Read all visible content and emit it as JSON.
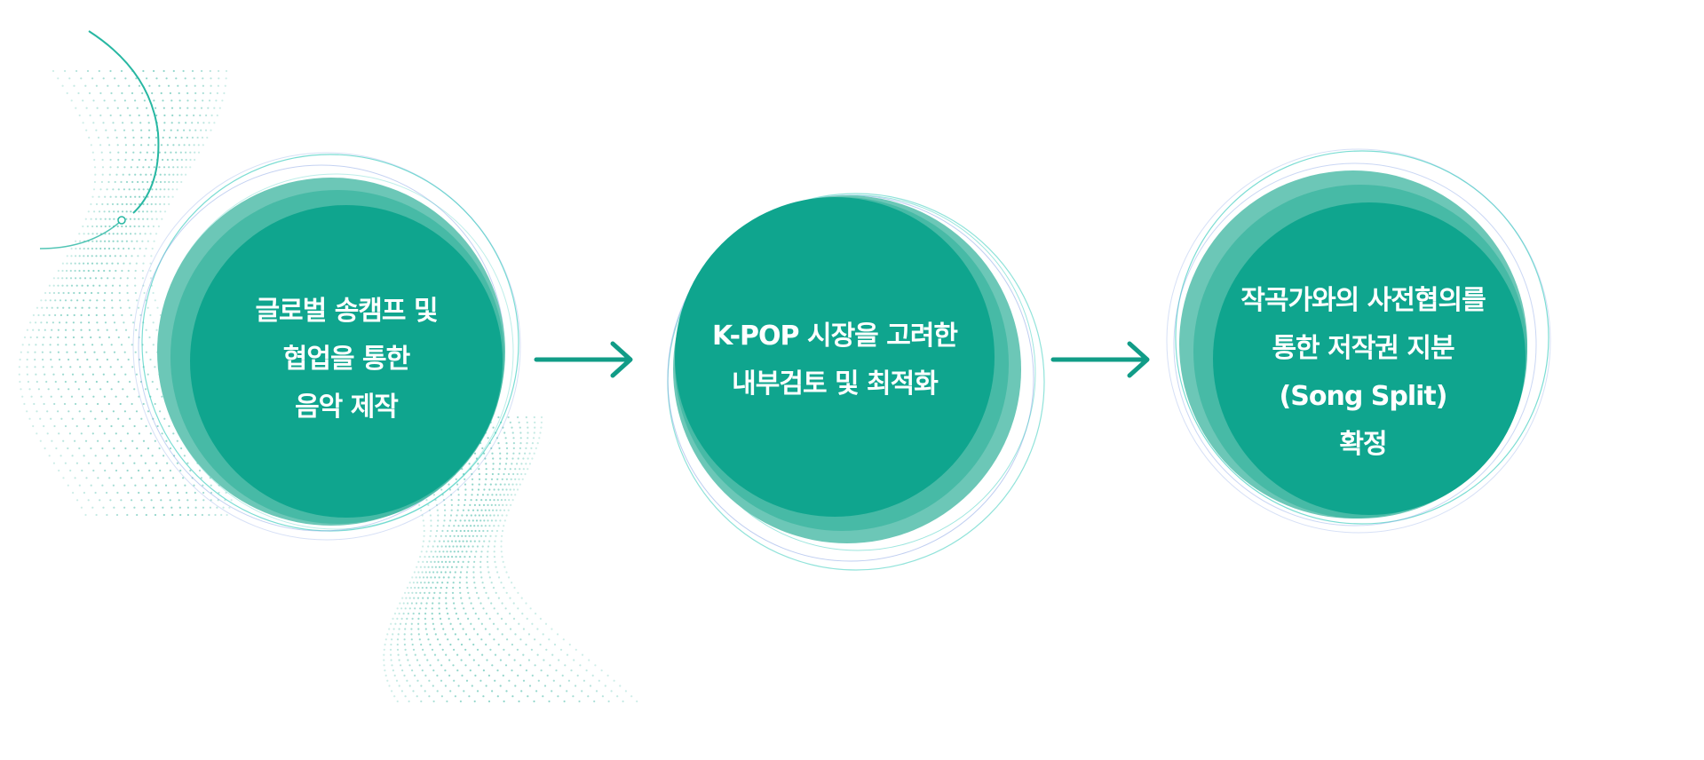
{
  "colors": {
    "circle_fill": "#0fa58e",
    "circle_light": "#6cc7b7",
    "ring_teal": "#23c7b6",
    "ring_blue": "#8aa6e6",
    "arrow": "#119c87",
    "dots": "#74cbbd",
    "text": "#ffffff"
  },
  "steps": [
    {
      "lines": [
        "글로벌 송캠프 및",
        "협업을 통한",
        "음악 제작"
      ]
    },
    {
      "lines": [
        "K-POP 시장을 고려한",
        "내부검토 및 최적화"
      ]
    },
    {
      "lines": [
        "작곡가와의 사전협의를",
        "통한 저작권 지분",
        "(Song Split)",
        "확정"
      ]
    }
  ],
  "arrows": [
    {
      "icon": "arrow-right-icon"
    },
    {
      "icon": "arrow-right-icon"
    }
  ]
}
